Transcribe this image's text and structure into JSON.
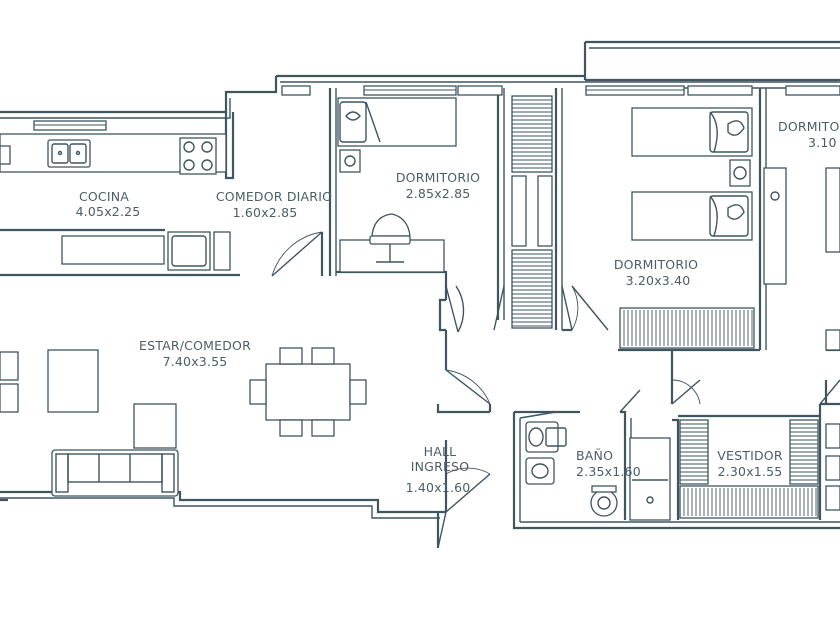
{
  "rooms": [
    {
      "id": "cocina",
      "name": "COCINA",
      "size": "4.05x2.25"
    },
    {
      "id": "comedor-diario",
      "name": "COMEDOR DIARIO",
      "size": "1.60x2.85"
    },
    {
      "id": "dormitorio-1",
      "name": "DORMITORIO",
      "size": "2.85x2.85"
    },
    {
      "id": "dormitorio-2",
      "name": "DORMITORIO",
      "size": "3.20x3.40"
    },
    {
      "id": "dormitorio-3",
      "name": "DORMITO",
      "size": "3.10"
    },
    {
      "id": "estar-comedor",
      "name": "ESTAR/COMEDOR",
      "size": "7.40x3.55"
    },
    {
      "id": "hall",
      "name": "HALL",
      "name2": "INGRESO",
      "size": "1.40x1.60"
    },
    {
      "id": "bano",
      "name": "BAÑO",
      "size": "2.35x1.60"
    },
    {
      "id": "vestidor",
      "name": "VESTIDOR",
      "size": "2.30x1.55"
    }
  ],
  "colors": {
    "line": "#3f5560",
    "text": "#4a5e68",
    "background": "#ffffff"
  }
}
